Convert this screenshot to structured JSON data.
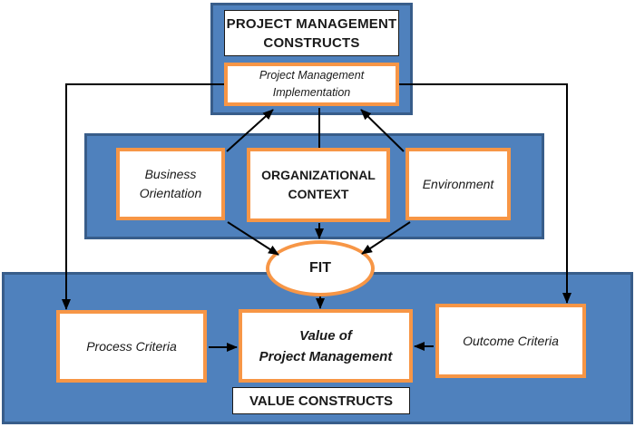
{
  "diagram": {
    "top_section": {
      "heading": "PROJECT MANAGEMENT\nCONSTRUCTS",
      "implementation_label": "Project Management\nImplementation"
    },
    "context_section": {
      "business_label": "Business\nOrientation",
      "context_label": "ORGANIZATIONAL\nCONTEXT",
      "environment_label": "Environment"
    },
    "fit_label": "FIT",
    "value_section": {
      "process_label": "Process Criteria",
      "value_label": "Value of\nProject Management",
      "outcome_label": "Outcome Criteria",
      "heading": "VALUE CONSTRUCTS"
    }
  },
  "colors": {
    "panel_fill": "#4F81BD",
    "panel_border": "#385D8A",
    "highlight_border": "#F79646",
    "box_fill": "#FFFFFF",
    "arrow": "#000000",
    "text": "#1A1A1A"
  }
}
